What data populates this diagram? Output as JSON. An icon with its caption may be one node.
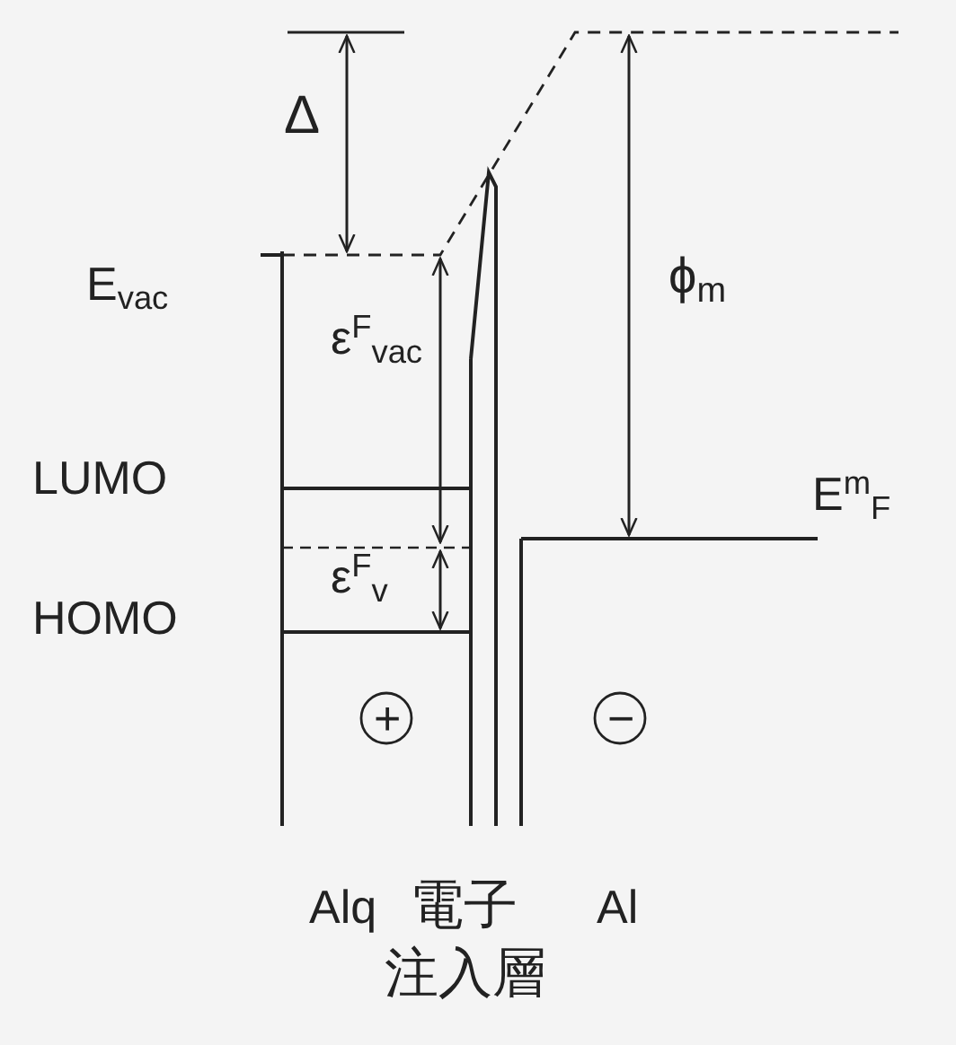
{
  "diagram": {
    "labels": [
      "Δ",
      "E$_{vac}$",
      "ϕ$_{m}$",
      "ε$^{F}$$_{vac}$",
      "LUMO",
      "E$^{m}$$_{F}$",
      "ε$^{F}$$_{v}$",
      "HOMO",
      "+",
      "−",
      "Alq",
      "電子",
      "Al",
      "注入層"
    ]
  }
}
